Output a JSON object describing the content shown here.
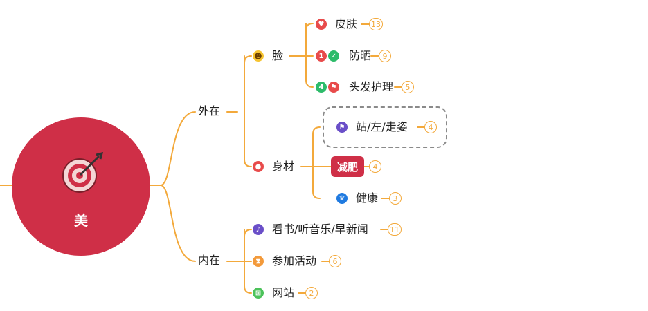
{
  "root": {
    "label": "美",
    "icon": "target-arrow-icon"
  },
  "branches": {
    "outer": {
      "label": "外在",
      "face": {
        "label": "脸",
        "icon": "laughing-face-icon",
        "children": [
          {
            "label": "皮肤",
            "count": "13",
            "icons": [
              "heart-icon"
            ]
          },
          {
            "label": "防晒",
            "count": "9",
            "icons": [
              "priority-1-icon",
              "check-icon"
            ]
          },
          {
            "label": "头发护理",
            "count": "5",
            "icons": [
              "priority-4-icon",
              "flag-icon"
            ]
          }
        ]
      },
      "body": {
        "label": "身材",
        "icon": "person-icon",
        "children": [
          {
            "label": "站/左/走姿",
            "count": "4",
            "icons": [
              "flag-icon"
            ]
          },
          {
            "label": "减肥",
            "count": "4",
            "icons": []
          },
          {
            "label": "健康",
            "count": "3",
            "icons": [
              "trophy-icon"
            ]
          }
        ]
      }
    },
    "inner": {
      "label": "内在",
      "children": [
        {
          "label": "看书/听音乐/早新闻",
          "count": "11",
          "icons": [
            "music-note-icon"
          ]
        },
        {
          "label": "参加活动",
          "count": "6",
          "icons": [
            "hourglass-icon"
          ]
        },
        {
          "label": "网站",
          "count": "2",
          "icons": [
            "cart-icon"
          ]
        }
      ]
    }
  },
  "colors": {
    "line": "#f3a93b",
    "root": "#cf2f47",
    "dashed": "#8a8a8a"
  }
}
